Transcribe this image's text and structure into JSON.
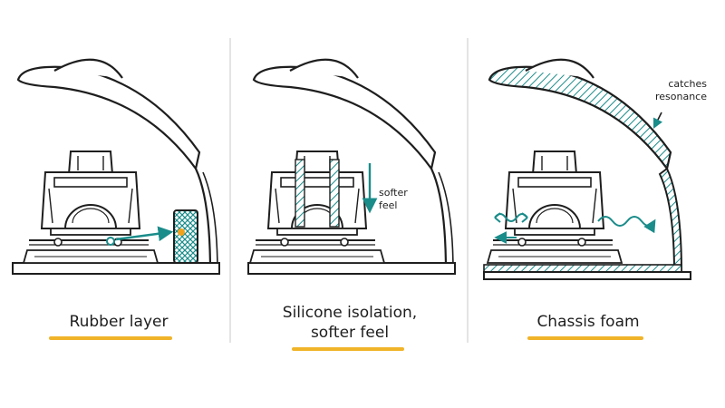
{
  "colors": {
    "ink": "#1e1e1e",
    "accent": "#1a8c8a",
    "highlight": "#f0b429",
    "divider": "#dcdcdc",
    "dot": "#f0a21e"
  },
  "panels": [
    {
      "caption": "Rubber layer",
      "note": null
    },
    {
      "caption_line1": "Silicone isolation,",
      "caption_line2": "softer feel",
      "note_line1": "softer",
      "note_line2": "feel"
    },
    {
      "caption": "Chassis foam",
      "note_line1": "catches",
      "note_line2": "resonance"
    }
  ]
}
